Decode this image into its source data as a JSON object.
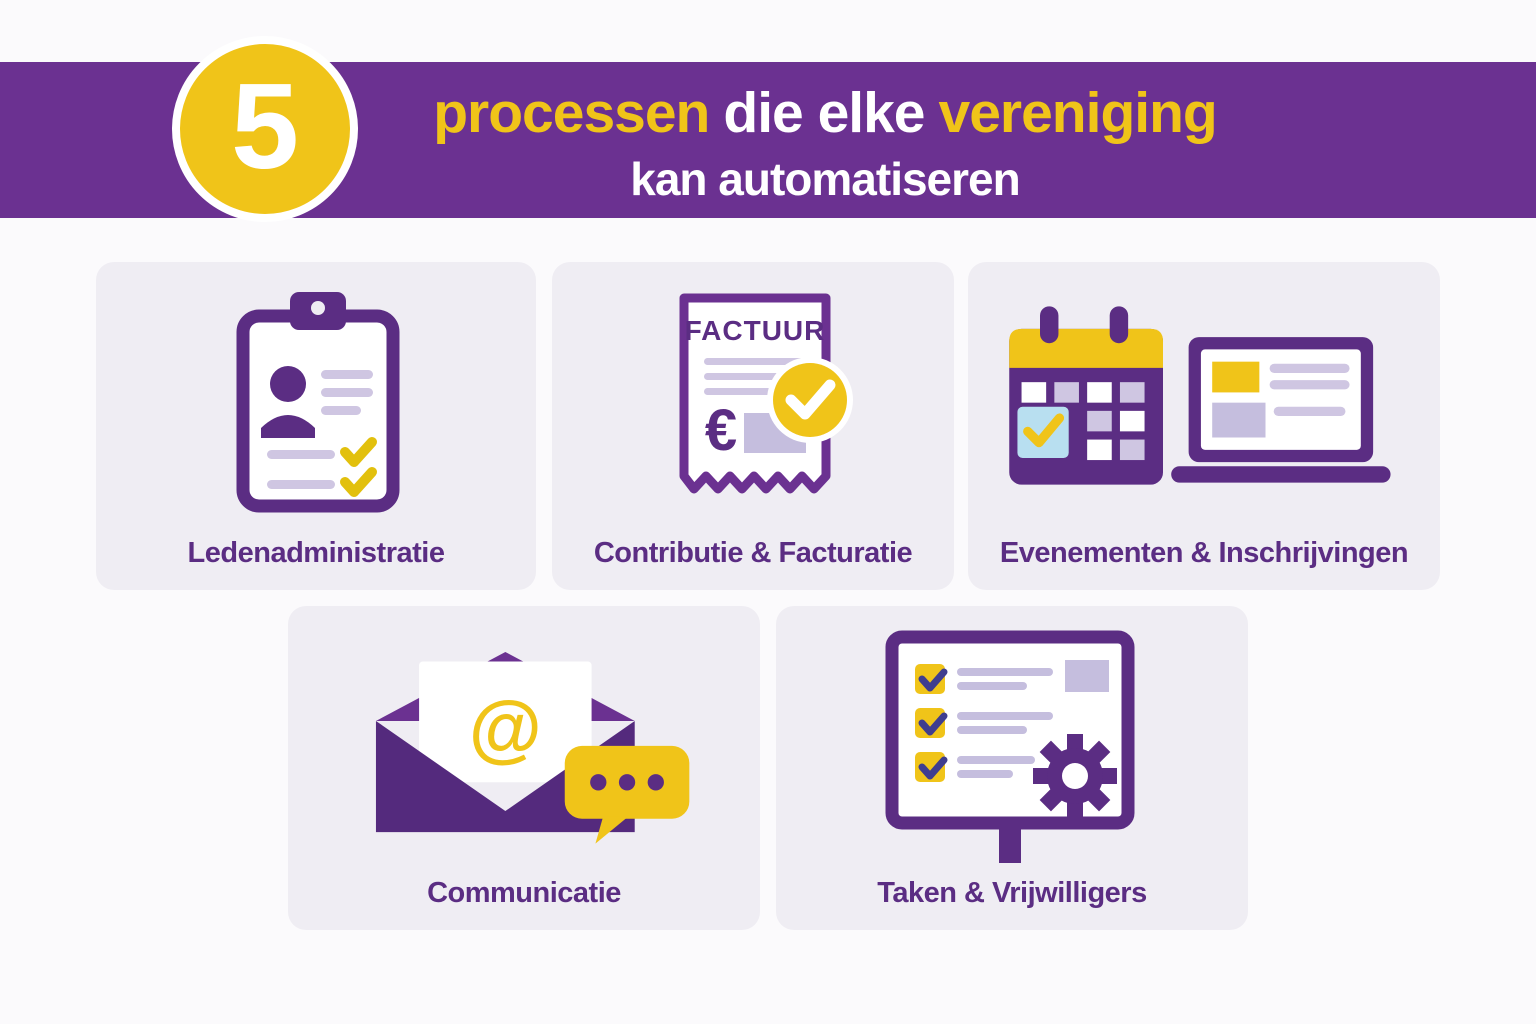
{
  "header": {
    "badge_number": "5",
    "title_part1": "processen",
    "title_part2": "die elke",
    "title_part3": "vereniging",
    "title_line2": "kan automatiseren"
  },
  "cards": [
    {
      "label": "Ledenadministratie",
      "icon": "clipboard-member-icon"
    },
    {
      "label": "Contributie & Facturatie",
      "icon": "invoice-check-icon",
      "invoice_title": "FACTUUR",
      "currency_symbol": "€"
    },
    {
      "label": "Evenementen & Inschrijvingen",
      "icon": "calendar-laptop-icon"
    },
    {
      "label": "Communicatie",
      "icon": "envelope-chat-icon",
      "at_symbol": "@"
    },
    {
      "label": "Taken & Vrijwilligers",
      "icon": "task-board-gear-icon"
    }
  ],
  "colors": {
    "band_purple": "#6b3191",
    "icon_purple": "#5b2d83",
    "dark_purple": "#542a7d",
    "accent_yellow": "#f0c419",
    "card_background": "#efedf3",
    "lavender": "#c5bede",
    "light_blue": "#b8dff0",
    "white": "#ffffff"
  }
}
